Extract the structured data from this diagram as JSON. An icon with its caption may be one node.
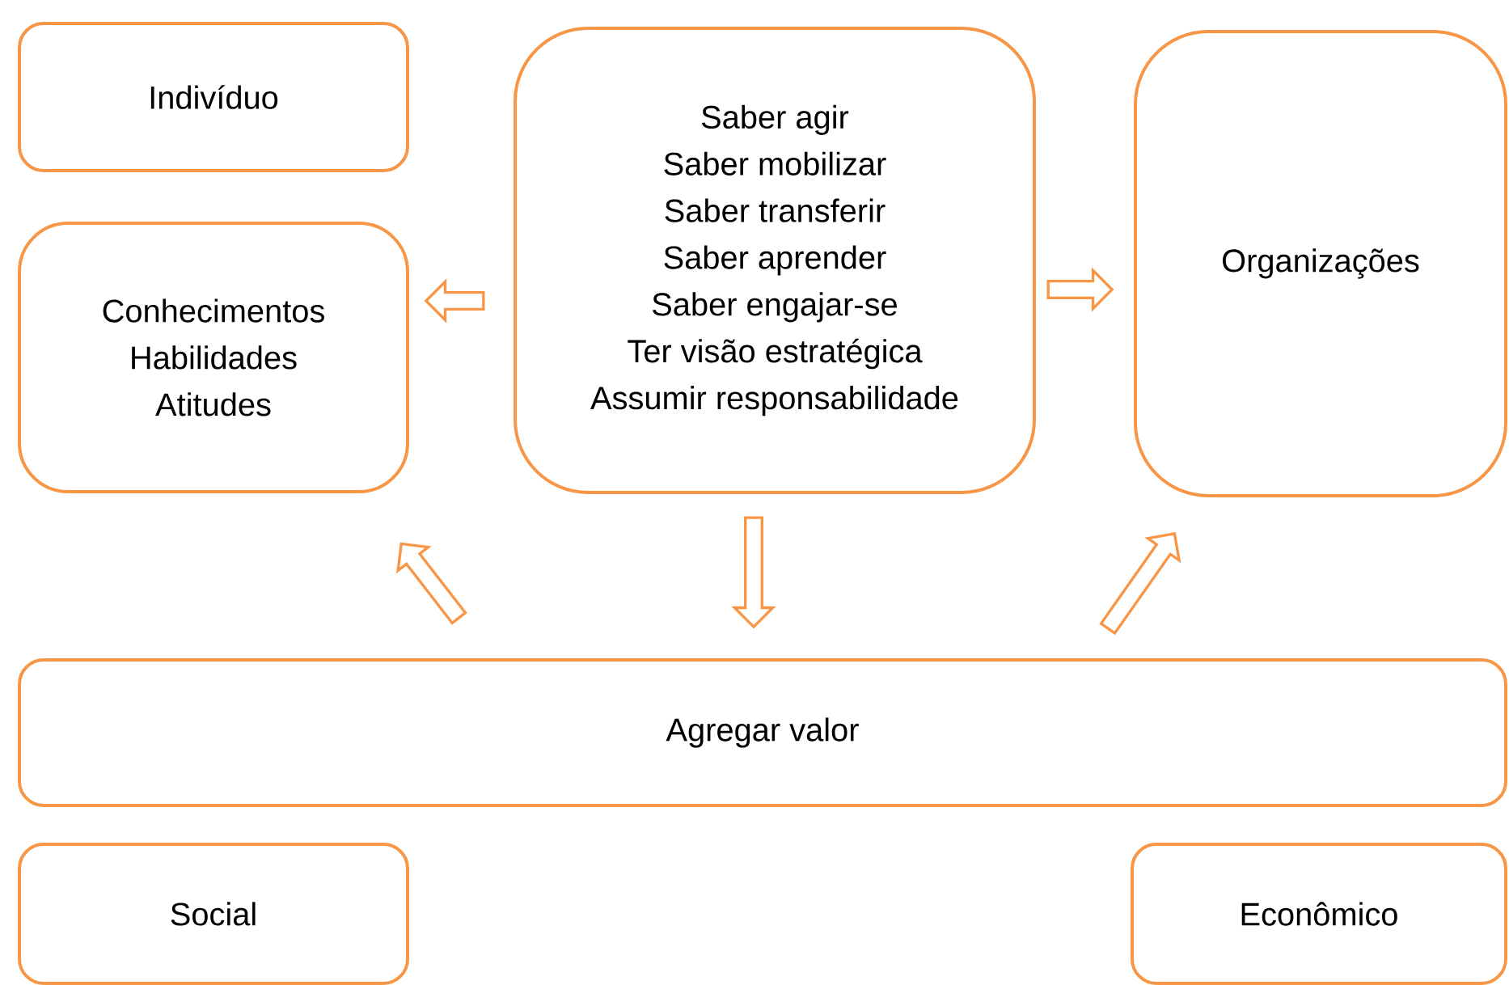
{
  "diagram": {
    "nodes": [
      {
        "text": [
          "Indivíduo"
        ]
      },
      {
        "text": [
          "Conhecimentos",
          "Habilidades",
          "Atitudes"
        ]
      },
      {
        "text": [
          "Saber agir",
          "Saber mobilizar",
          "Saber transferir",
          "Saber aprender",
          "Saber engajar-se",
          "Ter visão estratégica",
          "Assumir responsabilidade"
        ]
      },
      {
        "text": [
          "Organizações"
        ]
      },
      {
        "text": [
          "Agregar valor"
        ]
      },
      {
        "text": [
          "Social"
        ]
      },
      {
        "text": [
          "Econômico"
        ]
      }
    ],
    "edges": [
      {
        "from": 2,
        "to": 1,
        "arrow": "to"
      },
      {
        "from": 2,
        "to": 3,
        "arrow": "to"
      },
      {
        "from": 2,
        "to": 4,
        "arrow": "to"
      },
      {
        "from": 4,
        "to": 1,
        "arrow": "to"
      },
      {
        "from": 4,
        "to": 3,
        "arrow": "to"
      }
    ]
  }
}
